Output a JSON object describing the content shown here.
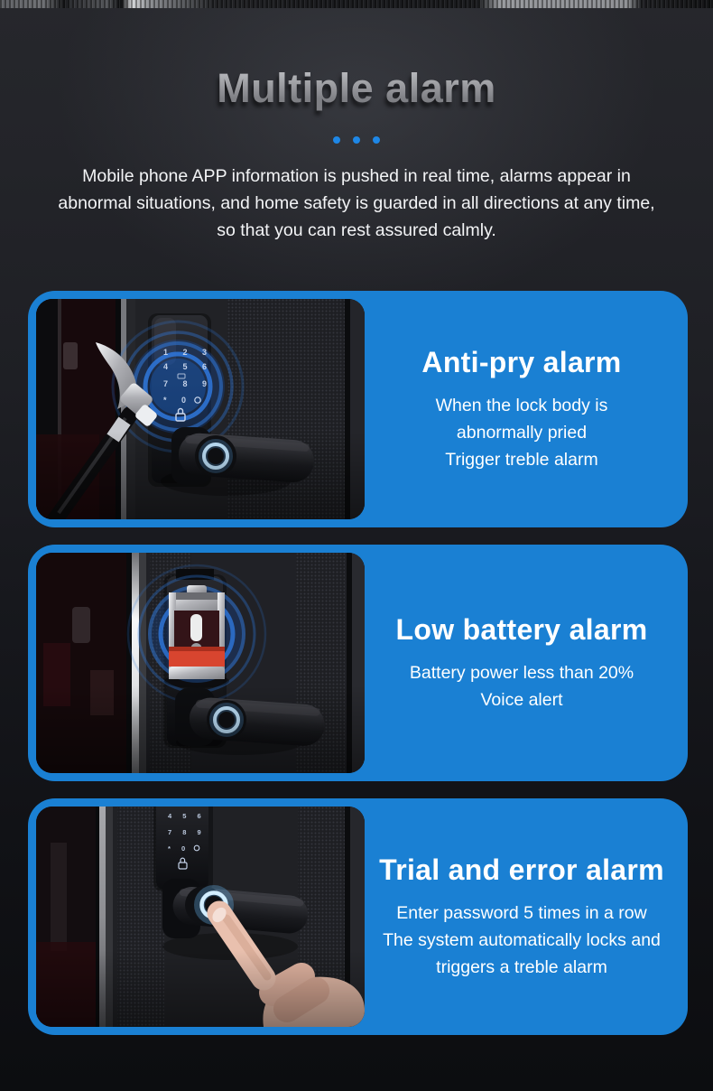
{
  "colors": {
    "card_blue": "#1a80d3",
    "dot_blue": "#1e87e6",
    "battery_red": "#d8452f",
    "fingerprint_ring_glow": "#c2e6ff",
    "title_silver": "#d9dadd"
  },
  "header": {
    "title": "Multiple alarm",
    "intro": "Mobile phone APP information is pushed in real time, alarms appear in abnormal situations, and home safety is guarded in all directions at any time, so that you can rest assured calmly."
  },
  "cards": [
    {
      "title": "Anti-pry alarm",
      "lines": [
        "When the lock body is",
        "abnormally pried",
        "Trigger treble alarm"
      ],
      "icon": "hammer-icon",
      "keypad_rows": [
        "1 2 3",
        "4 5 6",
        "7 8 9",
        "* 0"
      ]
    },
    {
      "title": "Low battery alarm",
      "lines": [
        "Battery power less than 20%",
        "Voice alert"
      ],
      "icon": "low-battery-icon"
    },
    {
      "title": "Trial and error alarm",
      "lines": [
        "Enter password 5 times in a row",
        "The system automatically locks and",
        "triggers a treble alarm"
      ],
      "icon": "finger-press-icon",
      "keypad_rows": [
        "4 5 6",
        "7 8 9",
        "* 0"
      ]
    }
  ]
}
